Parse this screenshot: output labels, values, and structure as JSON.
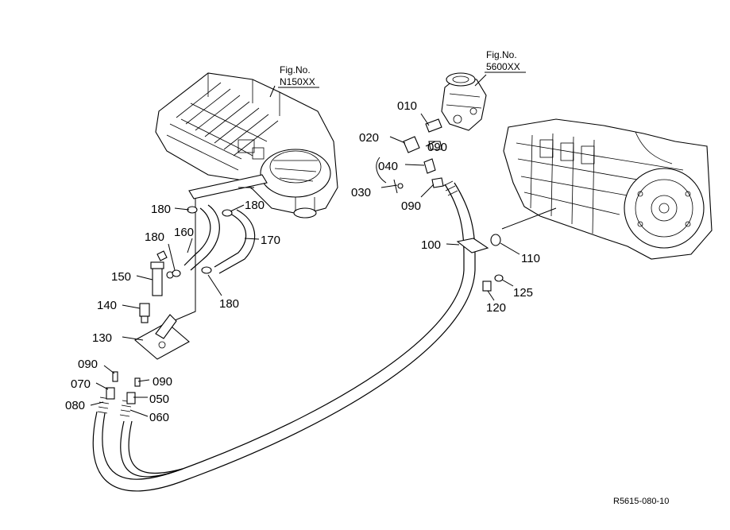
{
  "references": [
    {
      "id": "ref-heater",
      "line1": "Fig.No.",
      "line2": "N150XX"
    },
    {
      "id": "ref-pump",
      "line1": "Fig.No.",
      "line2": "5600XX"
    }
  ],
  "labels": {
    "p010": "010",
    "p020": "020",
    "p090_top": "090",
    "p040": "040",
    "p030": "030",
    "p090_mid": "090",
    "p180_a": "180",
    "p180_b": "180",
    "p180_c": "180",
    "p180_d": "180",
    "p160": "160",
    "p170": "170",
    "p150": "150",
    "p140": "140",
    "p130": "130",
    "p090_l1": "090",
    "p090_l2": "090",
    "p070": "070",
    "p080": "080",
    "p050": "050",
    "p060": "060",
    "p100": "100",
    "p110": "110",
    "p125": "125",
    "p120": "120"
  },
  "drawing_code": "R5615-080-10"
}
